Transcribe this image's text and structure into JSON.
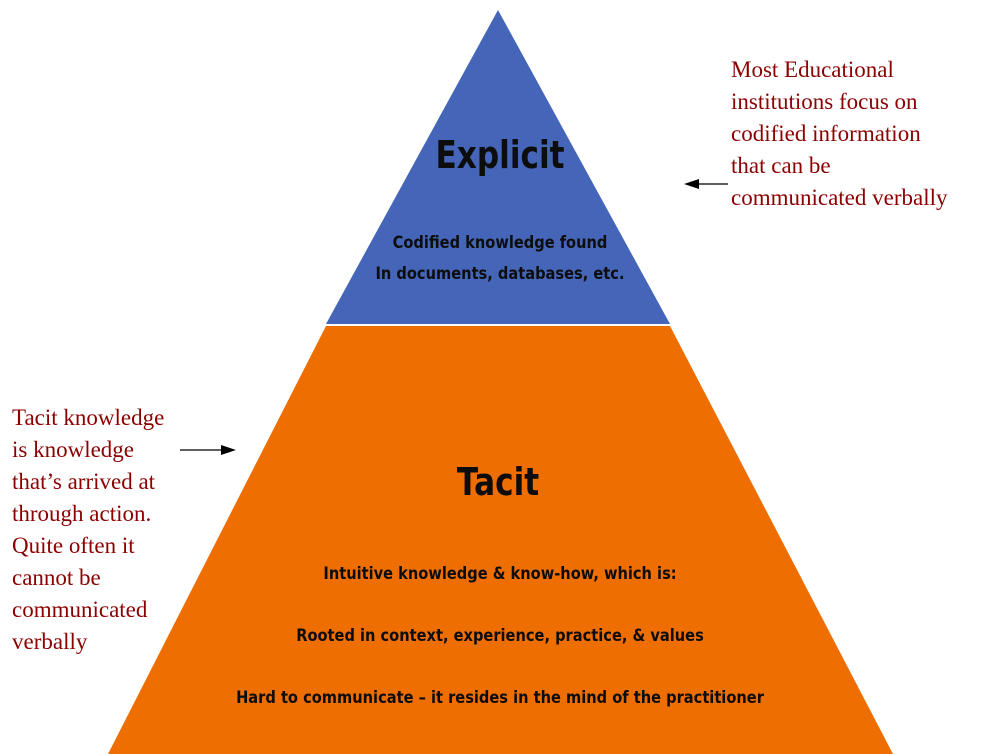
{
  "explicit": {
    "title": "Explicit",
    "description": [
      "Codified knowledge found",
      "In documents, databases, etc."
    ]
  },
  "tacit": {
    "title": "Tacit",
    "description": [
      "Intuitive knowledge & know-how, which is:",
      "Rooted in context, experience, practice, & values",
      "Hard to communicate – it resides in the mind of the practitioner"
    ]
  },
  "annotations": {
    "right": [
      "Most Educational",
      "institutions focus on",
      "codified information",
      "that can be",
      "communicated verbally"
    ],
    "left": [
      "Tacit knowledge",
      "is knowledge",
      "that’s arrived at",
      "through action.",
      "Quite often it",
      "cannot be",
      "communicated",
      "verbally"
    ]
  },
  "colors": {
    "explicit_fill": "#4465b8",
    "tacit_fill": "#ee6e02",
    "annotation_text": "#8b0000",
    "arrow": "#000000"
  }
}
